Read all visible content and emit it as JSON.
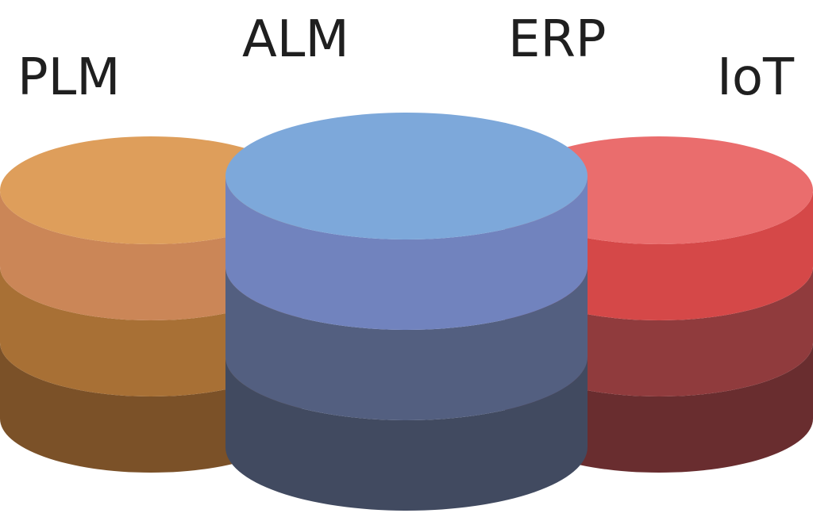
{
  "stacks": [
    {
      "id": "plm",
      "label": "PLM",
      "colors": {
        "top": "#DE9E5B",
        "layers": [
          "#CB8657",
          "#A87035",
          "#7B5128"
        ]
      }
    },
    {
      "id": "iot",
      "label": "IoT",
      "colors": {
        "top": "#EA6D6D",
        "layers": [
          "#D54848",
          "#903B3D",
          "#692D2F"
        ]
      }
    },
    {
      "id": "alm",
      "label": "ALM",
      "colors": {
        "top": "#7DA8DA",
        "layers": [
          "#7183BE",
          "#535F80",
          "#414A60"
        ]
      }
    },
    {
      "id": "erp",
      "label": "ERP"
    }
  ]
}
